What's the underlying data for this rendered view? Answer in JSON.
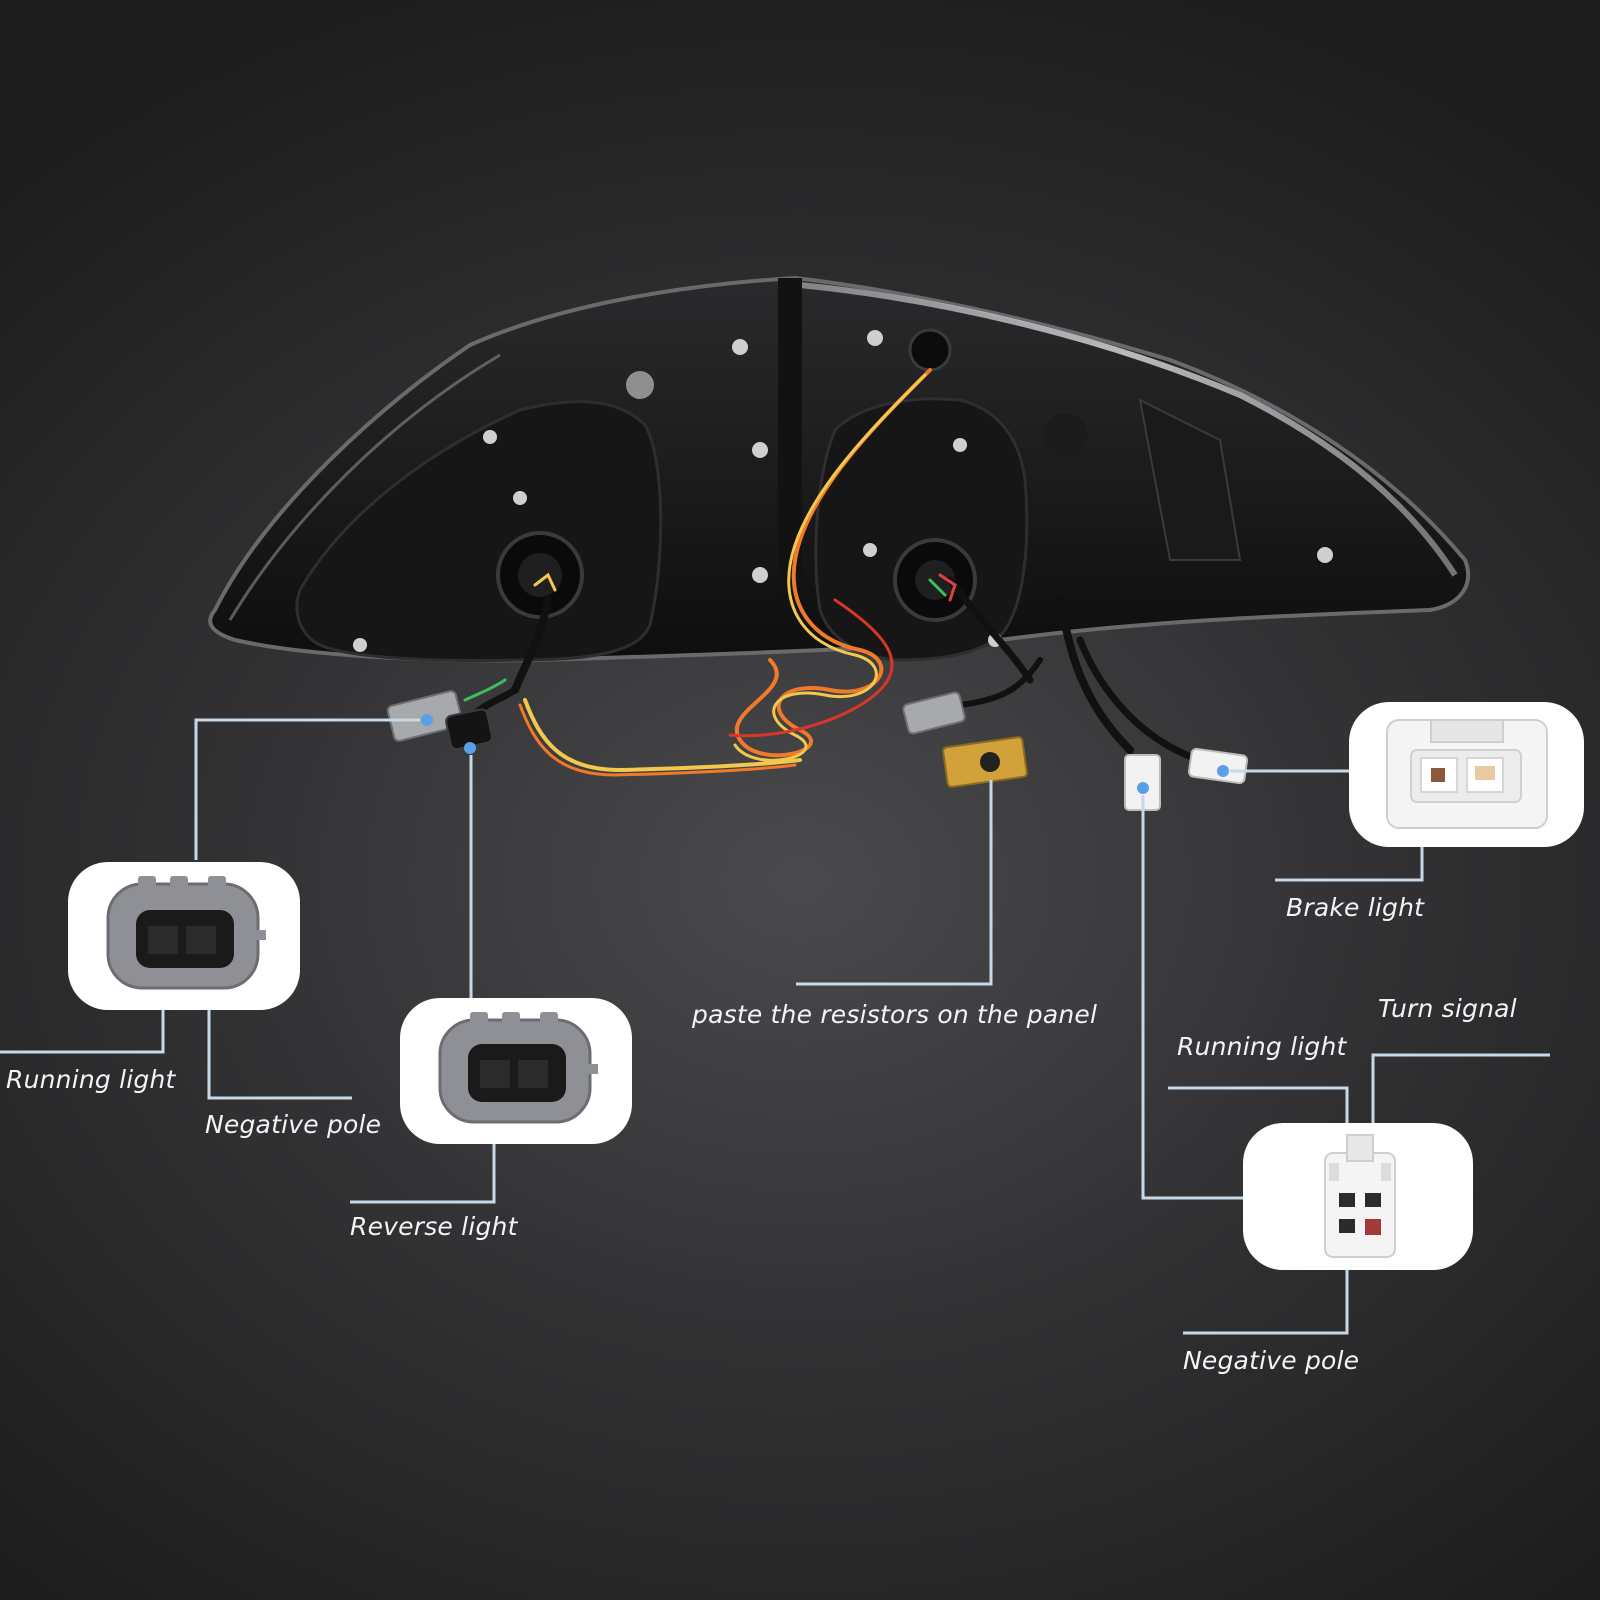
{
  "labels": {
    "left_running_light": "Running light",
    "left_negative_pole": "Negative pole",
    "reverse_light": "Reverse light",
    "resistor_note": "paste the resistors on the panel",
    "brake_light": "Brake light",
    "turn_signal": "Turn signal",
    "right_running_light": "Running light",
    "right_negative_pole": "Negative pole"
  },
  "colors": {
    "leader_line": "#c9d8e6",
    "connector_dot": "#5aa0e6",
    "card_background": "#ffffff",
    "gray_connector": "#8e9096",
    "wire_orange": "#f07a2a",
    "wire_yellow": "#f2c94c",
    "wire_red": "#d9362a",
    "resistor_gold": "#d2a23a"
  },
  "icons": {
    "gray_plug": "two-pin-gray-connector-icon",
    "white_plug": "white-connector-icon",
    "resistor": "resistor-icon"
  }
}
